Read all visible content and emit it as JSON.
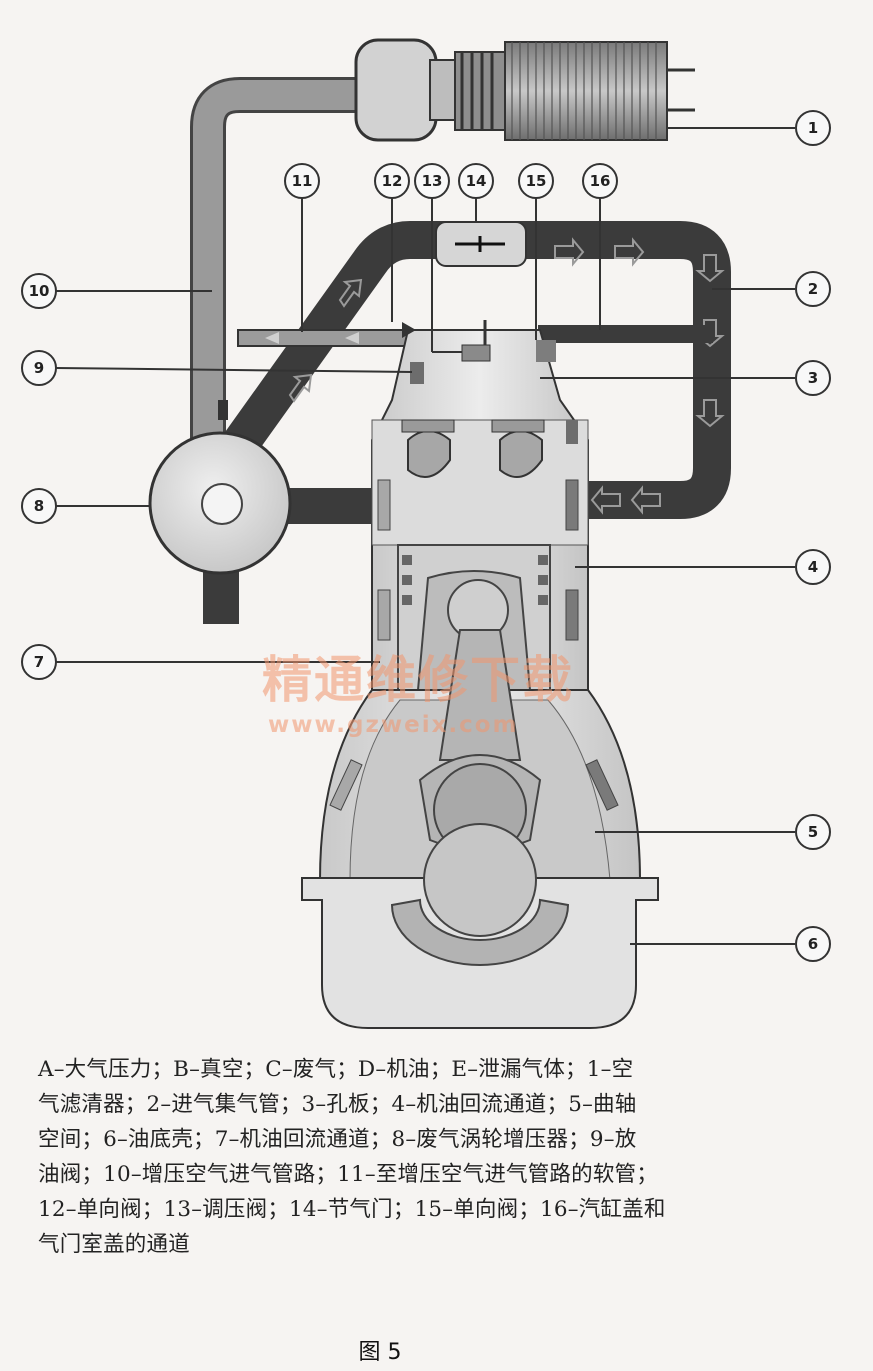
{
  "callouts": [
    "1",
    "2",
    "3",
    "4",
    "5",
    "6",
    "7",
    "8",
    "9",
    "10",
    "11",
    "12",
    "13",
    "14",
    "15",
    "16"
  ],
  "caption": {
    "lines": [
      "A–大气压力；B–真空；C–废气；D–机油；E–泄漏气体；1–空",
      "气滤清器；2–进气集气管；3–孔板；4–机油回流通道；5–曲轴",
      "空间；6–油底壳；7–机油回流通道；8–废气涡轮增压器；9–放",
      "油阀；10–增压空气进气管路；11–至增压空气进气管路的软管；",
      "12–单向阀；13–调压阀；14–节气门；15–单向阀；16–汽缸盖和",
      "气门室盖的通道"
    ]
  },
  "figure_label": "图 5",
  "watermark": {
    "title": "精通维修下载",
    "url": "www.gzweix.com"
  },
  "colors": {
    "pipe_dark": "#3b3b3b",
    "pipe_light": "#8a8a8a",
    "engine_fill": "#e2e2e2",
    "engine_shade": "#b9b9b9",
    "outline": "#2a2a2a"
  }
}
